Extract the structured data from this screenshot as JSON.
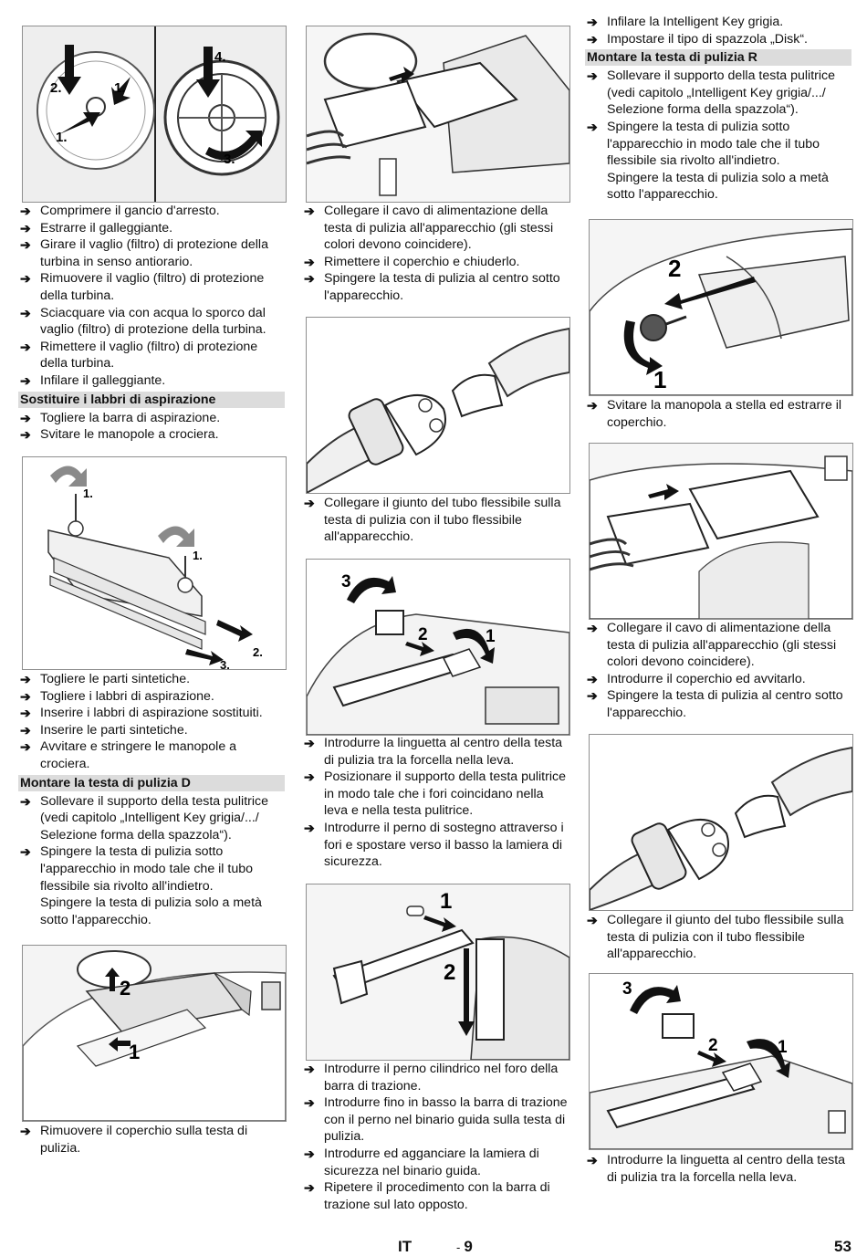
{
  "col1": {
    "steps_a": [
      "Comprimere il gancio d'arresto.",
      "Estrarre il galleggiante.",
      "Girare il vaglio (filtro) di protezione della turbina in senso antiorario.",
      "Rimuovere il vaglio (filtro) di protezione della turbina.",
      "Sciacquare via con acqua lo sporco dal vaglio (filtro) di protezione della turbina.",
      "Rimettere il vaglio (filtro) di protezione della turbina.",
      "Infilare il galleggiante."
    ],
    "heading_lips": "Sostituire i labbri di aspirazione",
    "steps_b": [
      "Togliere la barra di aspirazione.",
      "Svitare le manopole a crociera."
    ],
    "steps_c": [
      "Togliere le parti sintetiche.",
      "Togliere i labbri di aspirazione.",
      "Inserire i labbri di aspirazione sostituiti.",
      "Inserire le parti sintetiche.",
      "Avvitare e stringere le manopole a crociera."
    ],
    "heading_d": "Montare la testa di pulizia D",
    "steps_d": [
      "Sollevare il supporto della testa pulitrice (vedi capitolo „Intelligent Key grigia/.../ Selezione forma della spazzola“).",
      "Spingere la testa di pulizia sotto l'apparecchio in modo tale che il tubo flessibile sia rivolto all'indietro."
    ],
    "steps_d_sub": "Spingere la testa di pulizia solo a metà sotto l'apparecchio.",
    "steps_e": [
      "Rimuovere il coperchio sulla testa di pulizia."
    ],
    "fig1_labels": [
      "2.",
      "1.",
      "1.",
      "4.",
      "3."
    ],
    "fig2_labels": [
      "1.",
      "1.",
      "2.",
      "3."
    ],
    "fig3_labels": [
      "2",
      "1"
    ]
  },
  "col2": {
    "steps_a": [
      "Collegare il cavo di alimentazione della testa di pulizia all'apparecchio (gli stessi colori devono coincidere).",
      "Rimettere il coperchio e chiuderlo.",
      "Spingere la testa di pulizia al centro sotto l'apparecchio."
    ],
    "steps_b": [
      "Collegare il giunto del tubo flessibile sulla testa di pulizia con il tubo flessibile all'apparecchio."
    ],
    "steps_c": [
      "Introdurre la linguetta al centro della testa di pulizia tra la forcella nella leva.",
      "Posizionare il supporto della testa pulitrice in modo tale che i fori coincidano nella leva e nella testa pulitrice.",
      "Introdurre il perno di sostegno attraverso i fori e spostare verso il basso la lamiera di sicurezza."
    ],
    "steps_d": [
      "Introdurre il perno cilindrico nel foro della barra di trazione.",
      "Introdurre fino in basso la barra di trazione con il perno nel binario guida sulla testa di pulizia.",
      "Introdurre ed agganciare la lamiera di sicurezza nel binario guida.",
      "Ripetere il procedimento con la barra di trazione sul lato opposto."
    ],
    "fig6_labels": [
      "3",
      "2",
      "1"
    ],
    "fig7_labels": [
      "1",
      "2"
    ]
  },
  "col3": {
    "steps_a": [
      "Infilare la Intelligent Key grigia.",
      "Impostare il tipo di spazzola „Disk“."
    ],
    "heading_r": "Montare la testa di pulizia R",
    "steps_b": [
      "Sollevare il supporto della testa pulitrice (vedi capitolo „Intelligent Key grigia/.../ Selezione forma della spazzola“).",
      "Spingere la testa di pulizia sotto l'apparecchio in modo tale che il tubo flessibile sia rivolto all'indietro."
    ],
    "steps_b_sub": "Spingere la testa di pulizia solo a metà sotto l'apparecchio.",
    "steps_c": [
      "Svitare la manopola a stella ed estrarre il coperchio."
    ],
    "steps_d": [
      "Collegare il cavo di alimentazione della testa di pulizia all'apparecchio (gli stessi colori devono coincidere).",
      "Introdurre il coperchio ed avvitarlo.",
      "Spingere la testa di pulizia al centro sotto l'apparecchio."
    ],
    "steps_e": [
      "Collegare il giunto del tubo flessibile sulla testa di pulizia con il tubo flessibile all'apparecchio."
    ],
    "steps_f": [
      "Introdurre la linguetta al centro della testa di pulizia tra la forcella nella leva."
    ],
    "fig8_labels": [
      "2",
      "1"
    ],
    "fig11_labels": [
      "3",
      "2",
      "1"
    ]
  },
  "footer": {
    "lang": "IT",
    "dash": "-",
    "section_page": "9",
    "page": "53"
  },
  "icons": {
    "step_bullet": "➔"
  }
}
